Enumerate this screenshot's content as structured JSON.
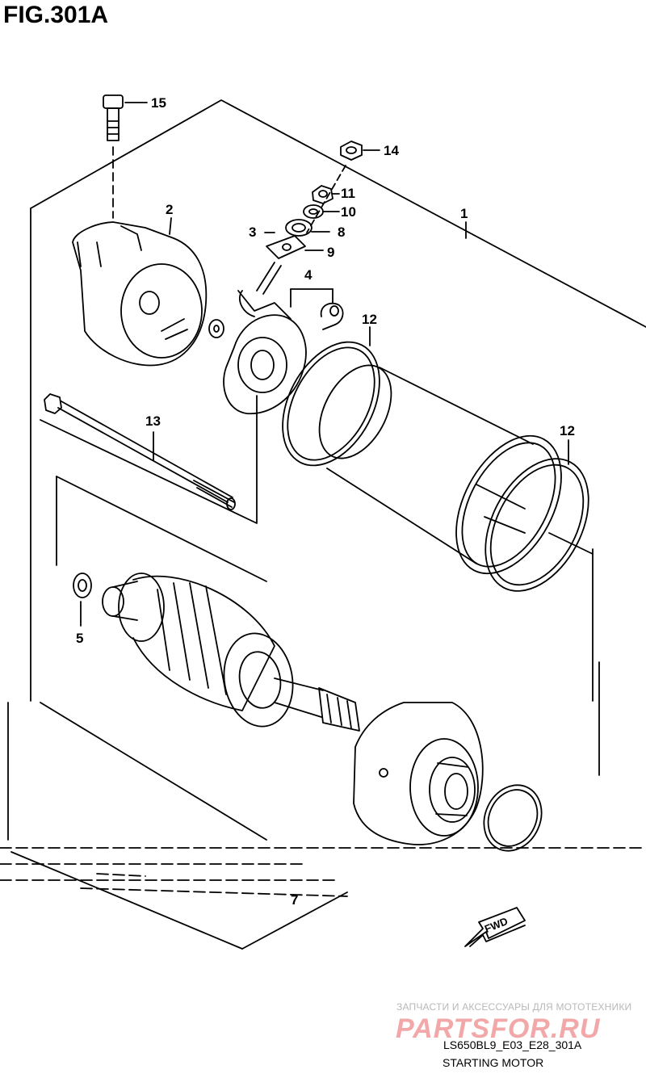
{
  "figure": {
    "title": "FIG.301A",
    "code": "LS650BL9_E03_E28_301A",
    "name": "STARTING MOTOR"
  },
  "callouts": [
    {
      "id": "1",
      "label": "1"
    },
    {
      "id": "2",
      "label": "2"
    },
    {
      "id": "3",
      "label": "3"
    },
    {
      "id": "4",
      "label": "4"
    },
    {
      "id": "5",
      "label": "5"
    },
    {
      "id": "7",
      "label": "7"
    },
    {
      "id": "8",
      "label": "8"
    },
    {
      "id": "9",
      "label": "9"
    },
    {
      "id": "10",
      "label": "10"
    },
    {
      "id": "11",
      "label": "11"
    },
    {
      "id": "12a",
      "label": "12"
    },
    {
      "id": "12b",
      "label": "12"
    },
    {
      "id": "13",
      "label": "13"
    },
    {
      "id": "14",
      "label": "14"
    },
    {
      "id": "15",
      "label": "15"
    }
  ],
  "fwd_arrow": {
    "label": "FWD"
  },
  "watermark": {
    "tagline": "ЗАПЧАСТИ И АКСЕССУАРЫ ДЛЯ МОТОТЕХНИКИ",
    "logo": "PARTSFOR.RU"
  }
}
